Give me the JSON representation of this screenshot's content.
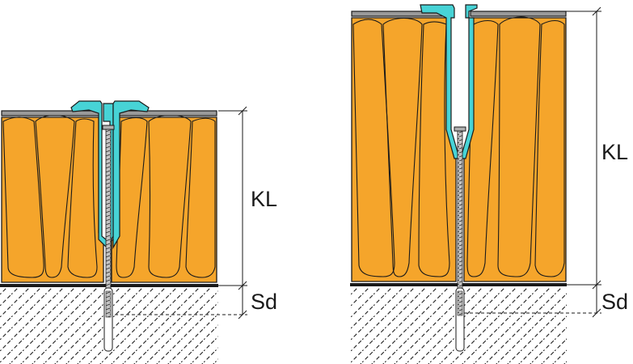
{
  "colors": {
    "insulation": "#F5A52B",
    "profile": "#47D3D6",
    "membrane": "#9A9A9A",
    "outline": "#1A1A1A",
    "screw": "#B0B0B0",
    "background": "#FFFFFF"
  },
  "left": {
    "kl_label": "KL",
    "sd_label": "Sd"
  },
  "right": {
    "kl_label": "KL",
    "sd_label": "Sd"
  }
}
